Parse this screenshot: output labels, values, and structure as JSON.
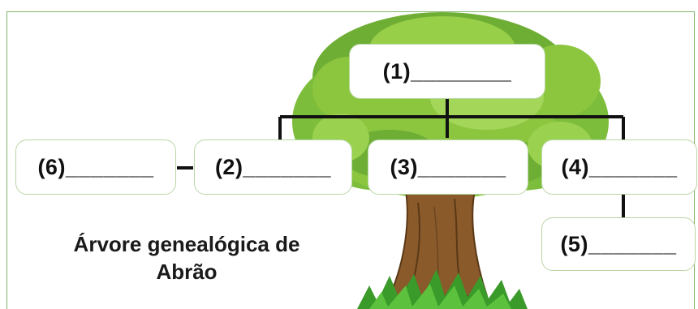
{
  "boxes": {
    "b1": "(1)________",
    "b2": "(2)_______",
    "b3": "(3)_______",
    "b4": "(4)_______",
    "b5": "(5)_______",
    "b6": "(6)_______"
  },
  "title": {
    "line1": "Árvore genealógica de",
    "line2": "Abrão"
  },
  "colors": {
    "foliage": "#8cc63f",
    "foliage_dark": "#5f9e2e",
    "trunk": "#8a5a2b",
    "connector": "#111111"
  }
}
